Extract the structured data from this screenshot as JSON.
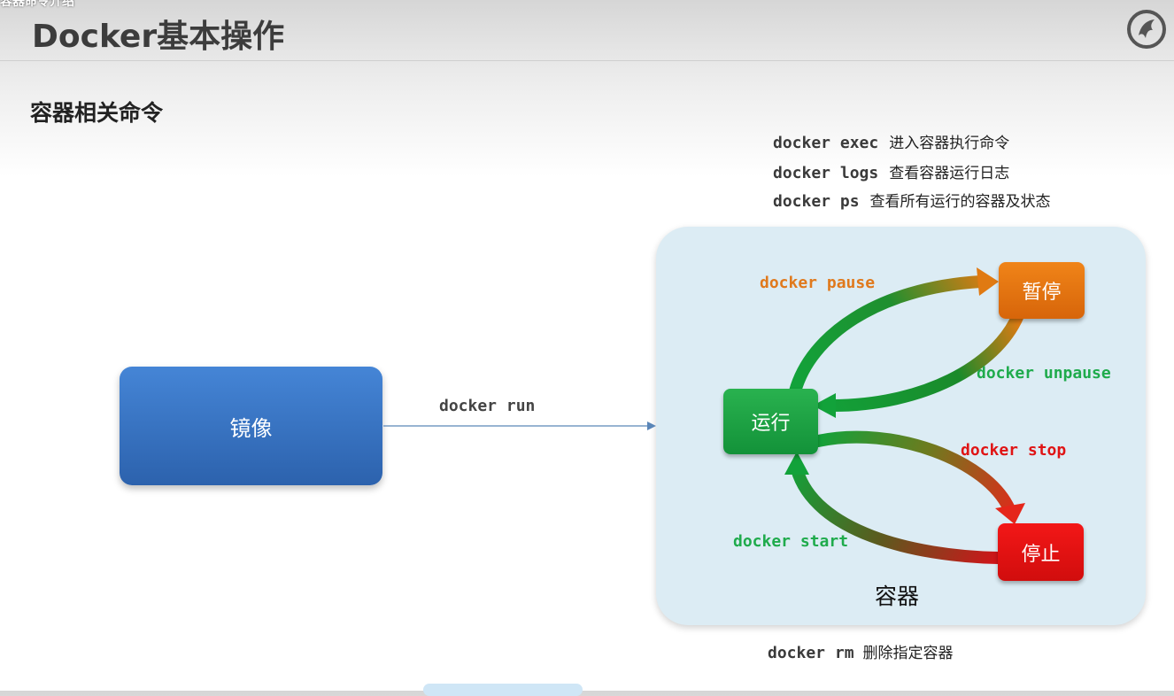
{
  "header": {
    "clipped_text": "容器命令介绍",
    "title": "Docker基本操作",
    "logo_icon": "horse-logo-icon"
  },
  "subtitle": "容器相关命令",
  "commands": [
    {
      "code": "docker exec",
      "desc": "进入容器执行命令"
    },
    {
      "code": "docker logs",
      "desc": "查看容器运行日志"
    },
    {
      "code": "docker ps",
      "desc": "查看所有运行的容器及状态"
    }
  ],
  "image_box": {
    "label": "镜像",
    "color": "#3873c4"
  },
  "run_command": "docker run",
  "container": {
    "label": "容器",
    "panel_color": "#dcecf4",
    "states": {
      "running": {
        "label": "运行",
        "color": "#1fa344"
      },
      "paused": {
        "label": "暂停",
        "color": "#e5730f"
      },
      "stopped": {
        "label": "停止",
        "color": "#e51111"
      }
    },
    "actions": {
      "pause": {
        "label": "docker pause",
        "color": "#e0791c"
      },
      "unpause": {
        "label": "docker unpause",
        "color": "#1fab4c"
      },
      "stop": {
        "label": "docker stop",
        "color": "#e01414"
      },
      "start": {
        "label": "docker start",
        "color": "#1fab4c"
      }
    }
  },
  "rm_command": {
    "code": "docker rm",
    "desc": "删除指定容器"
  }
}
